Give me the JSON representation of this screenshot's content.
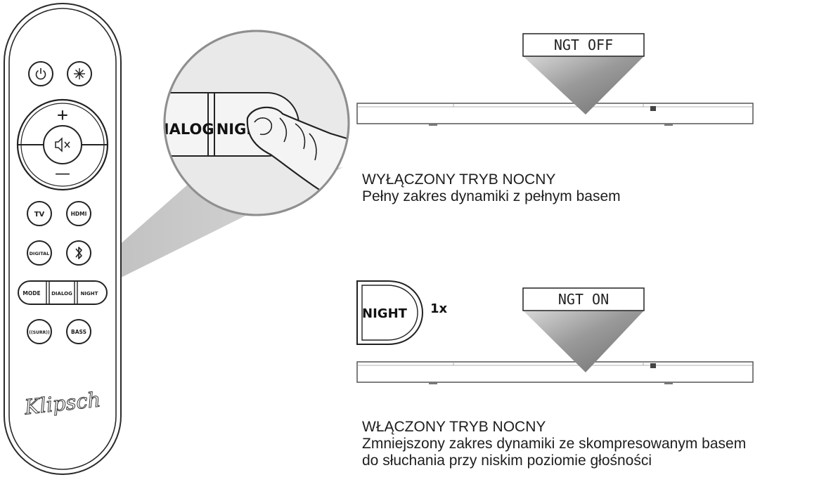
{
  "remote": {
    "buttons": {
      "tv": "TV",
      "hdmi": "HDMI",
      "digital": "DIGITAL",
      "mode": "MODE",
      "dialog": "DIALOG",
      "night": "NIGHT",
      "surr": "((SURR))",
      "bass": "BASS"
    },
    "volume": {
      "plus": "+",
      "minus": "—"
    },
    "logo": "Klipsch"
  },
  "zoom": {
    "dialog": "DIALOG",
    "night": "NIGHT"
  },
  "state_off": {
    "display": "NGT OFF",
    "title": "WYŁĄCZONY TRYB NOCNY",
    "description": "Pełny zakres dynamiki z pełnym basem"
  },
  "state_on": {
    "button": "NIGHT",
    "presses": "1x",
    "display": "NGT ON",
    "title": "WŁĄCZONY TRYB NOCNY",
    "description_line1": "Zmniejszony zakres dynamiki ze skompresowanym basem",
    "description_line2": "do słuchania przy niskim poziomie głośności"
  }
}
